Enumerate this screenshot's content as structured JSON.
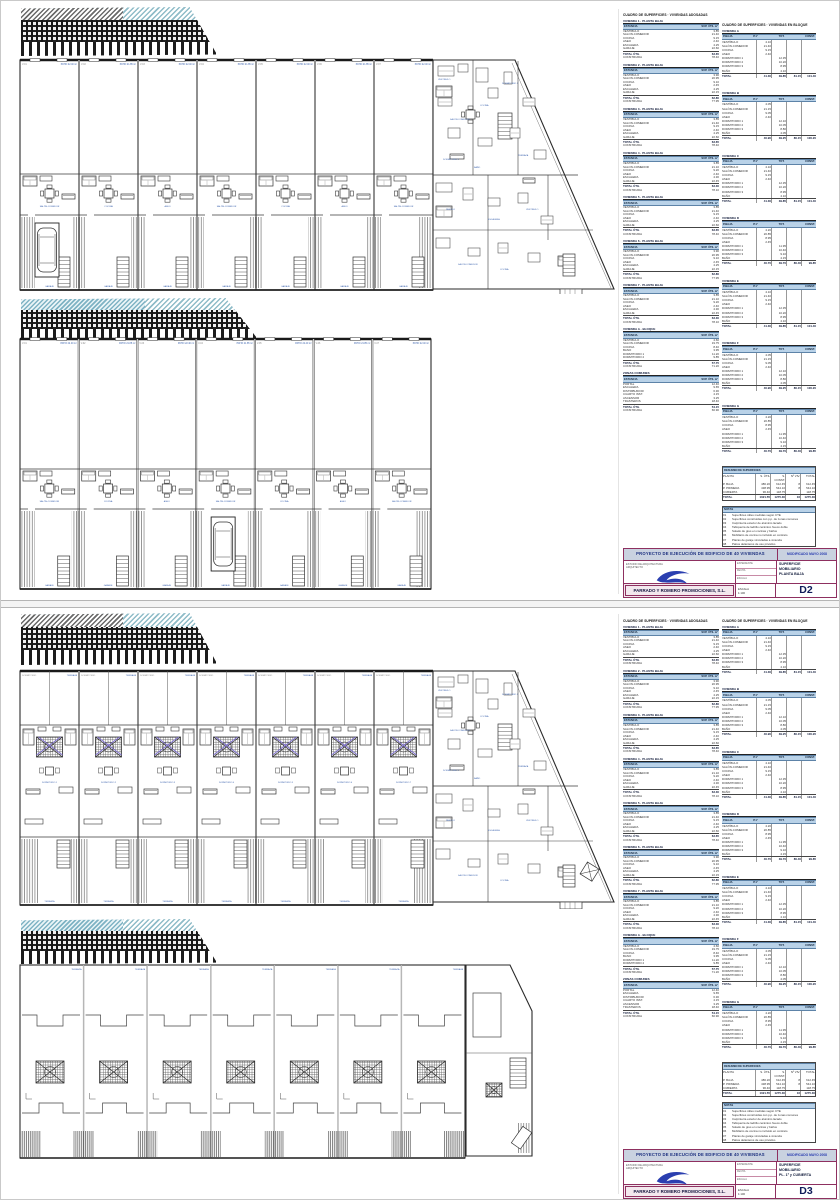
{
  "title_block": {
    "project_title": "PROYECTO DE EJECUCIÓN DE EDIFICIO DE 40 VIVIENDAS",
    "revision": "MODIFICADO MAYO 2008",
    "company": "PARRADO Y ROMERO PROMOCIONES, S.L.",
    "architect_line1": "ESTUDIO DE ARQUITECTURA",
    "architect_line2": "ARQUITECTO",
    "field_labels": [
      "EXPEDIENTE",
      "FECHA",
      "ESCALA"
    ],
    "scale": "1:100",
    "sheets": [
      {
        "code": "D2",
        "desc": [
          "SUPERFICIE",
          "MOBILIARIO",
          "PLANTA BAJA"
        ]
      },
      {
        "code": "D3",
        "desc": [
          "SUPERFICIE",
          "MOBILIARIO",
          "PL. 1ª y CUBIERTA"
        ]
      }
    ]
  },
  "tables": {
    "left_title": "CUADRO DE SUPERFICIES · VIVIENDAS ADOSADAS",
    "right_title": "CUADRO DE SUPERFICIES · VIVIENDAS EN BLOQUE",
    "band_cols": [
      "ESTANCIA",
      "SUP. ÚTIL m²"
    ],
    "left_blocks": [
      {
        "title": "VIVIENDA 1 · PLANTA BAJA",
        "rows": [
          [
            "VESTÍBULO",
            "3.85"
          ],
          [
            "SALÓN-COMEDOR",
            "21.40"
          ],
          [
            "COCINA",
            "9.15"
          ],
          [
            "ASEO",
            "2.40"
          ],
          [
            "ESCALERA",
            "4.25"
          ],
          [
            "GARAJE",
            "22.60"
          ]
        ],
        "total_label": "TOTAL ÚTIL",
        "total": "63.65",
        "const_label": "CONSTRUIDA",
        "const": "78.40"
      },
      {
        "title": "VIVIENDA 2 · PLANTA BAJA",
        "rows": [
          [
            "VESTÍBULO",
            "3.90"
          ],
          [
            "SALÓN-COMEDOR",
            "20.95"
          ],
          [
            "COCINA",
            "9.10"
          ],
          [
            "ASEO",
            "2.45"
          ],
          [
            "ESCALERA",
            "4.25"
          ],
          [
            "GARAJE",
            "22.15"
          ]
        ],
        "total_label": "TOTAL ÚTIL",
        "total": "62.80",
        "const_label": "CONSTRUIDA",
        "const": "77.95"
      },
      {
        "title": "VIVIENDA 3 · PLANTA BAJA",
        "rows": [
          [
            "VESTÍBULO",
            "3.85"
          ],
          [
            "SALÓN-COMEDOR",
            "21.40"
          ],
          [
            "COCINA",
            "9.15"
          ],
          [
            "ASEO",
            "2.40"
          ],
          [
            "ESCALERA",
            "4.25"
          ],
          [
            "GARAJE",
            "22.60"
          ]
        ],
        "total_label": "TOTAL ÚTIL",
        "total": "63.65",
        "const_label": "CONSTRUIDA",
        "const": "78.40"
      },
      {
        "title": "VIVIENDA 4 · PLANTA BAJA",
        "rows": [
          [
            "VESTÍBULO",
            "3.85"
          ],
          [
            "SALÓN-COMEDOR",
            "21.10"
          ],
          [
            "COCINA",
            "9.20"
          ],
          [
            "ASEO",
            "2.40"
          ],
          [
            "ESCALERA",
            "4.30"
          ],
          [
            "GARAJE",
            "22.45"
          ]
        ],
        "total_label": "TOTAL ÚTIL",
        "total": "63.30",
        "const_label": "CONSTRUIDA",
        "const": "78.10"
      },
      {
        "title": "VIVIENDA 5 · PLANTA BAJA",
        "rows": [
          [
            "VESTÍBULO",
            "3.85"
          ],
          [
            "SALÓN-COMEDOR",
            "21.40"
          ],
          [
            "COCINA",
            "9.15"
          ],
          [
            "ASEO",
            "2.40"
          ],
          [
            "ESCALERA",
            "4.25"
          ],
          [
            "GARAJE",
            "22.60"
          ]
        ],
        "total_label": "TOTAL ÚTIL",
        "total": "63.65",
        "const_label": "CONSTRUIDA",
        "const": "78.40"
      },
      {
        "title": "VIVIENDA 6 · PLANTA BAJA",
        "rows": [
          [
            "VESTÍBULO",
            "3.90"
          ],
          [
            "SALÓN-COMEDOR",
            "20.95"
          ],
          [
            "COCINA",
            "9.10"
          ],
          [
            "ASEO",
            "2.45"
          ],
          [
            "ESCALERA",
            "4.25"
          ],
          [
            "GARAJE",
            "22.15"
          ]
        ],
        "total_label": "TOTAL ÚTIL",
        "total": "62.80",
        "const_label": "CONSTRUIDA",
        "const": "77.95"
      },
      {
        "title": "VIVIENDA 7 · PLANTA BAJA",
        "rows": [
          [
            "VESTÍBULO",
            "3.85"
          ],
          [
            "SALÓN-COMEDOR",
            "21.10"
          ],
          [
            "COCINA",
            "9.20"
          ],
          [
            "ASEO",
            "2.40"
          ],
          [
            "ESCALERA",
            "4.30"
          ],
          [
            "GARAJE",
            "22.45"
          ]
        ],
        "total_label": "TOTAL ÚTIL",
        "total": "63.30",
        "const_label": "CONSTRUIDA",
        "const": "78.10"
      },
      {
        "title": "VIVIENDA A · BLOQUE",
        "rows": [
          [
            "VESTÍBULO",
            "4.60"
          ],
          [
            "SALÓN-COMEDOR",
            "19.75"
          ],
          [
            "COCINA",
            "8.40"
          ],
          [
            "BAÑO",
            "3.95"
          ],
          [
            "DORMITORIO 1",
            "11.20"
          ],
          [
            "DORMITORIO 2",
            "9.85"
          ]
        ],
        "total_label": "TOTAL ÚTIL",
        "total": "57.75",
        "const_label": "CONSTRUIDA",
        "const": "71.20"
      },
      {
        "title": "ZONAS COMUNES",
        "rows": [
          [
            "PORTAL",
            "12.40"
          ],
          [
            "ESCALERA",
            "9.65"
          ],
          [
            "DISTRIBUIDOR",
            "6.30"
          ],
          [
            "CUARTO INST.",
            "4.15"
          ],
          [
            "ASCENSOR",
            "3.25"
          ],
          [
            "TRASTEROS",
            "18.40"
          ]
        ],
        "total_label": "TOTAL ÚTIL",
        "total": "54.15",
        "const_label": "CONSTRUIDA",
        "const": "66.90"
      }
    ],
    "right_cols": [
      "P.BAJA",
      "P.1ª",
      "TOT.",
      "CONST."
    ],
    "right_blocks": [
      {
        "title": "VIVIENDA A",
        "rows": [
          [
            "VESTÍBULO",
            "4.10",
            ""
          ],
          [
            "SALÓN-COMEDOR",
            "21.40",
            ""
          ],
          [
            "COCINA",
            "9.15",
            ""
          ],
          [
            "ASEO",
            "2.40",
            ""
          ],
          [
            "DORMITORIO 1",
            "",
            "12.35"
          ],
          [
            "DORMITORIO 2",
            "",
            "10.20"
          ],
          [
            "DORMITORIO 3",
            "",
            "8.95"
          ],
          [
            "BAÑO",
            "",
            "4.10"
          ]
        ],
        "totals": [
          "41.30",
          "39.85",
          "81.15",
          "101.40"
        ]
      },
      {
        "title": "VIVIENDA B",
        "rows": [
          [
            "VESTÍBULO",
            "4.05",
            ""
          ],
          [
            "SALÓN-COMEDOR",
            "21.15",
            ""
          ],
          [
            "COCINA",
            "9.05",
            ""
          ],
          [
            "ASEO",
            "2.40",
            ""
          ],
          [
            "DORMITORIO 1",
            "",
            "12.10"
          ],
          [
            "DORMITORIO 2",
            "",
            "10.05"
          ],
          [
            "DORMITORIO 3",
            "",
            "8.80"
          ],
          [
            "BAÑO",
            "",
            "4.05"
          ]
        ],
        "totals": [
          "40.90",
          "39.25",
          "80.15",
          "100.20"
        ]
      },
      {
        "title": "VIVIENDA C",
        "rows": [
          [
            "VESTÍBULO",
            "4.10",
            ""
          ],
          [
            "SALÓN-COMEDOR",
            "21.40",
            ""
          ],
          [
            "COCINA",
            "9.15",
            ""
          ],
          [
            "ASEO",
            "2.40",
            ""
          ],
          [
            "DORMITORIO 1",
            "",
            "12.35"
          ],
          [
            "DORMITORIO 2",
            "",
            "10.20"
          ],
          [
            "DORMITORIO 3",
            "",
            "8.95"
          ],
          [
            "BAÑO",
            "",
            "4.10"
          ]
        ],
        "totals": [
          "41.30",
          "39.85",
          "81.15",
          "101.40"
        ]
      },
      {
        "title": "VIVIENDA D",
        "rows": [
          [
            "VESTÍBULO",
            "4.20",
            ""
          ],
          [
            "SALÓN-COMEDOR",
            "20.85",
            ""
          ],
          [
            "COCINA",
            "8.95",
            ""
          ],
          [
            "ASEO",
            "2.45",
            ""
          ],
          [
            "DORMITORIO 1",
            "",
            "11.95"
          ],
          [
            "DORMITORIO 2",
            "",
            "10.40"
          ],
          [
            "DORMITORIO 3",
            "",
            "9.10"
          ],
          [
            "BAÑO",
            "",
            "4.15"
          ]
        ],
        "totals": [
          "40.70",
          "39.70",
          "80.40",
          "99.85"
        ]
      },
      {
        "title": "VIVIENDA E",
        "rows": [
          [
            "VESTÍBULO",
            "4.10",
            ""
          ],
          [
            "SALÓN-COMEDOR",
            "21.40",
            ""
          ],
          [
            "COCINA",
            "9.15",
            ""
          ],
          [
            "ASEO",
            "2.40",
            ""
          ],
          [
            "DORMITORIO 1",
            "",
            "12.35"
          ],
          [
            "DORMITORIO 2",
            "",
            "10.20"
          ],
          [
            "DORMITORIO 3",
            "",
            "8.95"
          ],
          [
            "BAÑO",
            "",
            "4.10"
          ]
        ],
        "totals": [
          "41.30",
          "39.85",
          "81.15",
          "101.40"
        ]
      },
      {
        "title": "VIVIENDA F",
        "rows": [
          [
            "VESTÍBULO",
            "4.05",
            ""
          ],
          [
            "SALÓN-COMEDOR",
            "21.15",
            ""
          ],
          [
            "COCINA",
            "9.05",
            ""
          ],
          [
            "ASEO",
            "2.40",
            ""
          ],
          [
            "DORMITORIO 1",
            "",
            "12.10"
          ],
          [
            "DORMITORIO 2",
            "",
            "10.05"
          ],
          [
            "DORMITORIO 3",
            "",
            "8.80"
          ],
          [
            "BAÑO",
            "",
            "4.05"
          ]
        ],
        "totals": [
          "40.90",
          "39.25",
          "80.15",
          "100.20"
        ]
      },
      {
        "title": "VIVIENDA G",
        "rows": [
          [
            "VESTÍBULO",
            "4.20",
            ""
          ],
          [
            "SALÓN-COMEDOR",
            "20.85",
            ""
          ],
          [
            "COCINA",
            "8.95",
            ""
          ],
          [
            "ASEO",
            "2.45",
            ""
          ],
          [
            "DORMITORIO 1",
            "",
            "11.95"
          ],
          [
            "DORMITORIO 2",
            "",
            "10.40"
          ],
          [
            "DORMITORIO 3",
            "",
            "9.10"
          ],
          [
            "BAÑO",
            "",
            "4.15"
          ]
        ],
        "totals": [
          "40.70",
          "39.70",
          "80.40",
          "99.85"
        ]
      }
    ],
    "summary": {
      "title": "RESUMEN DE SUPERFICIES",
      "cols": [
        "PLANTA",
        "S. ÚTIL",
        "S. CONST.",
        "Nº VIV.",
        "TOTAL"
      ],
      "rows": [
        [
          "P. BAJA",
          "486.20",
          "612.45",
          "8",
          "612.45"
        ],
        [
          "P. PRIMERA",
          "438.95",
          "544.10",
          "8",
          "544.10"
        ],
        [
          "CUBIERTA",
          "96.40",
          "118.75",
          "",
          "118.75"
        ]
      ],
      "total": [
        "TOTAL",
        "1021.55",
        "1275.30",
        "16",
        "1275.30"
      ]
    },
    "legend": {
      "title": "NOTAS",
      "rows": [
        [
          "01",
          "Superficies útiles medidas según CTE"
        ],
        [
          "02",
          "Superficies construidas con p.p. de zonas comunes"
        ],
        [
          "03",
          "Carpintería exterior de aluminio lacado"
        ],
        [
          "04",
          "Tabiquería de ladrillo cerámico hueco doble"
        ],
        [
          "05",
          "Solado de gres en cocinas y baños"
        ],
        [
          "06",
          "Mobiliario de cocina no incluido en contrato"
        ],
        [
          "07",
          "Plazas de garaje vinculadas a vivienda"
        ],
        [
          "08",
          "Patios delanteros de uso privativo"
        ]
      ]
    }
  },
  "plans": {
    "unit_tags": [
      "V-01",
      "V-02",
      "V-03",
      "V-04",
      "V-05",
      "V-06",
      "V-07"
    ],
    "patio_label": "PATIO",
    "patio_areas": [
      "22.40",
      "21.85",
      "22.40",
      "21.85",
      "22.40",
      "21.85",
      "22.40"
    ],
    "garage_label": "GARAJE",
    "terrace_label": "TERRAZA",
    "room_labels": [
      "SALÓN-COMEDOR",
      "COCINA",
      "ASEO"
    ],
    "bed_label": "DORMITORIO",
    "wing_labels": [
      "VESTÍBULO",
      "SALÓN-COMEDOR",
      "COCINA",
      "DORMITORIO 1",
      "DORMITORIO 2",
      "BAÑO",
      "TERRAZA",
      "PASILLO",
      "ESCALERA"
    ]
  },
  "colors": {
    "accent_magenta": "#8e3060",
    "band_blue": "#b9d2e8",
    "label_blue": "#3b62ad",
    "navy_text": "#101a3a",
    "teal_hatch": "#8fbcc8"
  }
}
